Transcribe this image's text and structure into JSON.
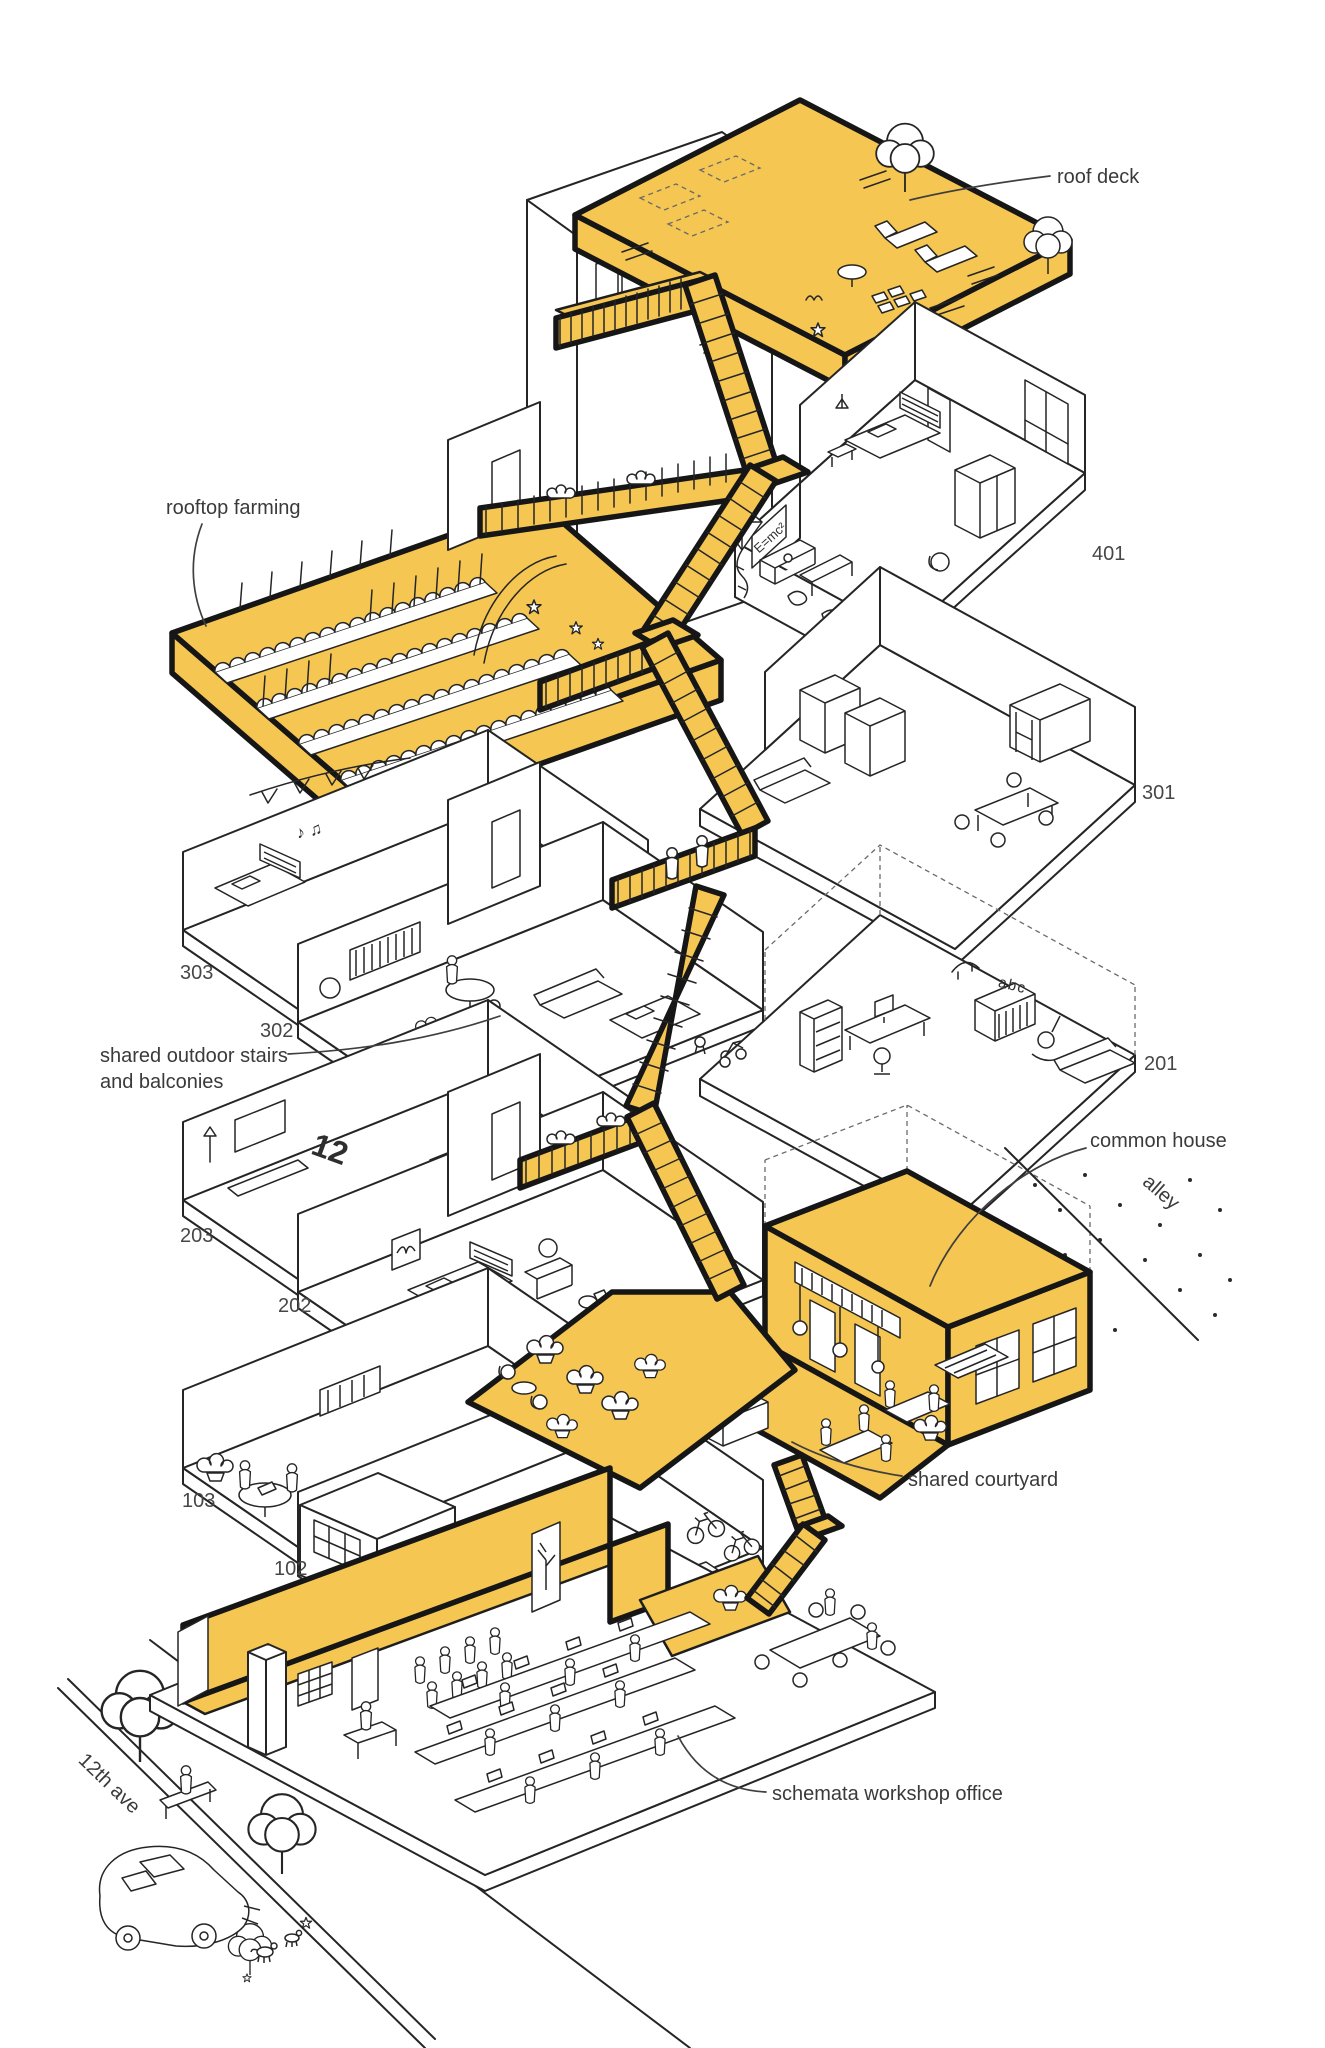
{
  "illustration": {
    "type": "isometric exploded cohousing building diagram",
    "accent_color": "#F5C651",
    "ink_color": "#252525",
    "background_color": "#FFFFFF"
  },
  "labels": {
    "roof_deck": "roof deck",
    "rooftop_farming": "rooftop farming",
    "stairs_line1": "shared outdoor stairs",
    "stairs_line2": "and balconies",
    "common_house": "common house",
    "alley": "alley",
    "shared_courtyard": "shared courtyard",
    "office": "schemata workshop office",
    "street": "12th ave"
  },
  "unit_numbers": {
    "u401": "401",
    "u301": "301",
    "u303": "303",
    "u302": "302",
    "u201": "201",
    "u203": "203",
    "u202": "202",
    "u103": "103",
    "u102": "102"
  },
  "details": {
    "blackboard": "E=mc²",
    "nursery_letters": "abc",
    "wall_mural": "12",
    "music_notes": "♪ ♫"
  }
}
